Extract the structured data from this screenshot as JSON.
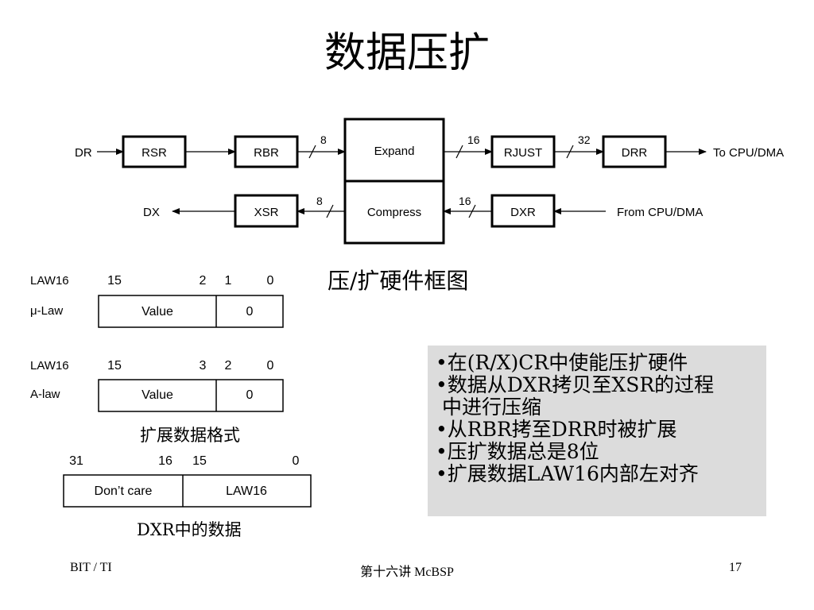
{
  "slide": {
    "title": "数据压扩",
    "page_number": "17"
  },
  "block_diagram": {
    "caption": "压/扩硬件框图",
    "top_row": {
      "input_label": "DR",
      "blocks": [
        "RSR",
        "RBR",
        "Expand",
        "RJUST",
        "DRR"
      ],
      "bus_widths": [
        "8",
        "16",
        "32"
      ],
      "output_label": "To CPU/DMA"
    },
    "bottom_row": {
      "output_label": "DX",
      "blocks": [
        "XSR",
        "Compress",
        "DXR"
      ],
      "bus_widths": [
        "8",
        "16"
      ],
      "input_label": "From CPU/DMA"
    }
  },
  "formats": {
    "mu_law": {
      "row_label": "LAW16",
      "format_label": "μ-Law",
      "bits": [
        "15",
        "2",
        "1",
        "0"
      ],
      "fields": [
        "Value",
        "0"
      ]
    },
    "a_law": {
      "row_label": "LAW16",
      "format_label": "A-law",
      "bits": [
        "15",
        "3",
        "2",
        "0"
      ],
      "fields": [
        "Value",
        "0"
      ]
    },
    "expand_caption": "扩展数据格式",
    "dxr": {
      "bits": [
        "31",
        "16",
        "15",
        "0"
      ],
      "fields": [
        "Don’t care",
        "LAW16"
      ],
      "caption": "DXR中的数据"
    }
  },
  "notes": [
    "•在(R/X)CR中使能压扩硬件",
    "•数据从DXR拷贝至XSR的过程",
    " 中进行压缩",
    "•从RBR拷至DRR时被扩展",
    "•压扩数据总是8位",
    "•扩展数据LAW16内部左对齐"
  ],
  "footer": {
    "left": "BIT / TI",
    "center": "第十六讲 McBSP",
    "right": "17"
  }
}
